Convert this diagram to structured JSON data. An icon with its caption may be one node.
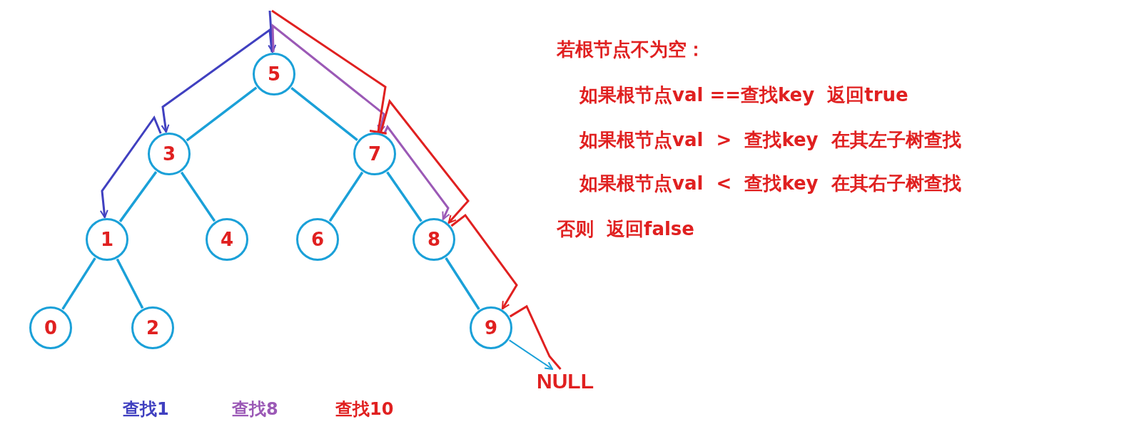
{
  "diagram": {
    "nodes": [
      {
        "text": [
          "5"
        ]
      },
      {
        "text": [
          "3"
        ]
      },
      {
        "text": [
          "7"
        ]
      },
      {
        "text": [
          "1"
        ]
      },
      {
        "text": [
          "4"
        ]
      },
      {
        "text": [
          "6"
        ]
      },
      {
        "text": [
          "8"
        ]
      },
      {
        "text": [
          "0"
        ]
      },
      {
        "text": [
          "2"
        ]
      },
      {
        "text": [
          "9"
        ]
      },
      {
        "text": [
          "NULL"
        ]
      }
    ],
    "edges": [
      {
        "from": 0,
        "to": 1,
        "arrow": "none"
      },
      {
        "from": 0,
        "to": 2,
        "arrow": "none"
      },
      {
        "from": 1,
        "to": 3,
        "arrow": "none"
      },
      {
        "from": 1,
        "to": 4,
        "arrow": "none"
      },
      {
        "from": 2,
        "to": 5,
        "arrow": "none"
      },
      {
        "from": 2,
        "to": 6,
        "arrow": "none"
      },
      {
        "from": 3,
        "to": 7,
        "arrow": "none"
      },
      {
        "from": 3,
        "to": 8,
        "arrow": "none"
      },
      {
        "from": 6,
        "to": 9,
        "arrow": "none"
      },
      {
        "from": 9,
        "to": 10,
        "arrow": "to"
      },
      {
        "from": null,
        "to": 0,
        "arrow": "to",
        "color": "#4040c0"
      },
      {
        "from": 0,
        "to": 1,
        "arrow": "to",
        "color": "#4040c0"
      },
      {
        "from": 1,
        "to": 3,
        "arrow": "to",
        "color": "#4040c0"
      },
      {
        "from": 0,
        "to": 2,
        "arrow": "to",
        "color": "#9b59b6"
      },
      {
        "from": 2,
        "to": 6,
        "arrow": "to",
        "color": "#9b59b6"
      },
      {
        "from": null,
        "to": 2,
        "arrow": "other",
        "color": "#e02020"
      },
      {
        "from": 2,
        "to": 6,
        "arrow": "to",
        "color": "#e02020"
      },
      {
        "from": 6,
        "to": 9,
        "arrow": "to",
        "color": "#e02020"
      },
      {
        "from": 9,
        "to": 10,
        "arrow": "none",
        "color": "#e02020"
      }
    ],
    "labels": [
      "若根节点不为空：",
      "如果根节点val ==查找key  返回true",
      "如果根节点val  >  查找key  在其左子树查找",
      "如果根节点val  <  查找key  在其右子树查找",
      "否则  返回false"
    ],
    "legend": [
      {
        "text": "查找1",
        "color": "#4040c0"
      },
      {
        "text": "查找8",
        "color": "#9b59b6"
      },
      {
        "text": "查找10",
        "color": "#e02020"
      }
    ]
  }
}
